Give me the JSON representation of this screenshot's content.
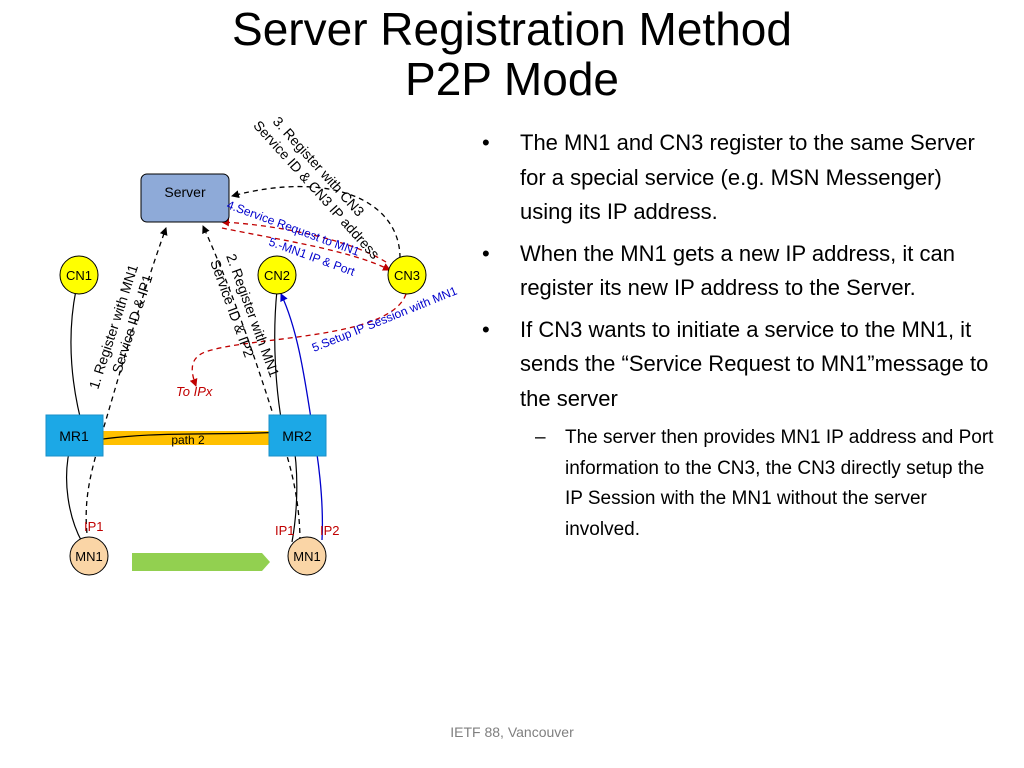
{
  "title": {
    "line1": "Server Registration Method",
    "line2": "P2P Mode"
  },
  "diagram": {
    "server": "Server",
    "cn1": "CN1",
    "cn2": "CN2",
    "cn3": "CN3",
    "mr1": "MR1",
    "mr2": "MR2",
    "mn1_left": "MN1",
    "mn1_right": "MN1",
    "path2": "path 2",
    "ip1_left": "IP1",
    "ip1_right": "IP1",
    "ip2_right": "IP2",
    "to_ipx": "To  IPx",
    "step1_line1": "1.  Register with MN1",
    "step1_line2": "Service ID & IP1",
    "step2_line1": "2.  Register with MN1",
    "step2_line2": "Service ID & IP2",
    "step3_line1": "3. Register with CN3",
    "step3_line2": "Service ID & CN3 IP address",
    "step4": "4.Service Request to MN1",
    "step5a": "5.-MN1 IP & Port",
    "step5b": "5.Setup IP  Session with  MN1",
    "colors": {
      "server_fill": "#8eaad8",
      "cn_fill": "#ffff00",
      "mr_fill": "#1ca8e6",
      "mn_fill": "#fad5a6",
      "path_fill": "#ffc000",
      "move_arrow": "#92d050",
      "red": "#c00000",
      "blue": "#0000cc"
    }
  },
  "bullets": [
    {
      "text": "The MN1 and CN3 register to the same Server for a special service (e.g. MSN Messenger)  using its IP address."
    },
    {
      "text": "When the MN1 gets a new IP address, it can register its new IP address to the Server."
    },
    {
      "text": "If CN3 wants to initiate a service to the MN1, it sends the “Service Request to MN1”message to the server"
    }
  ],
  "sub_bullets": [
    {
      "text": "The server then provides MN1 IP address and Port information to the CN3, the CN3 directly setup the IP Session with the MN1 without the server involved."
    }
  ],
  "bullet_glyph": "•",
  "dash_glyph": "–",
  "footer": "IETF 88, Vancouver"
}
